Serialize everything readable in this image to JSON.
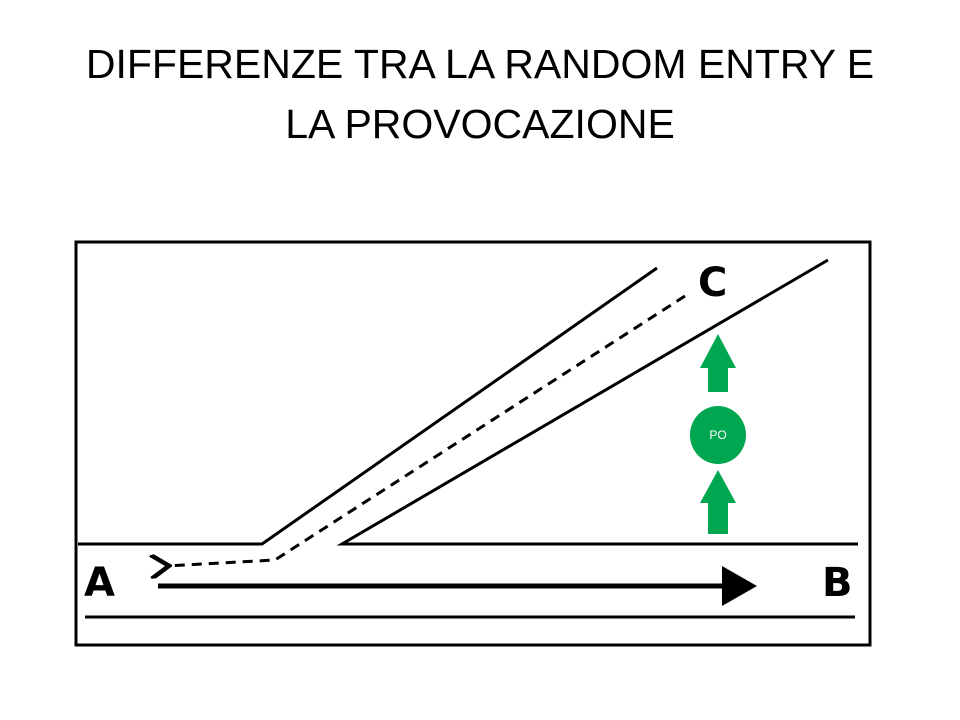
{
  "slide": {
    "title_line1": "DIFFERENZE TRA LA RANDOM ENTRY E",
    "title_line2": "LA PROVOCAZIONE"
  },
  "diagram": {
    "label_a": "A",
    "label_b": "B",
    "label_c": "C",
    "circle_label": "PO",
    "colors": {
      "accent": "#00a650",
      "line": "#000000"
    }
  }
}
